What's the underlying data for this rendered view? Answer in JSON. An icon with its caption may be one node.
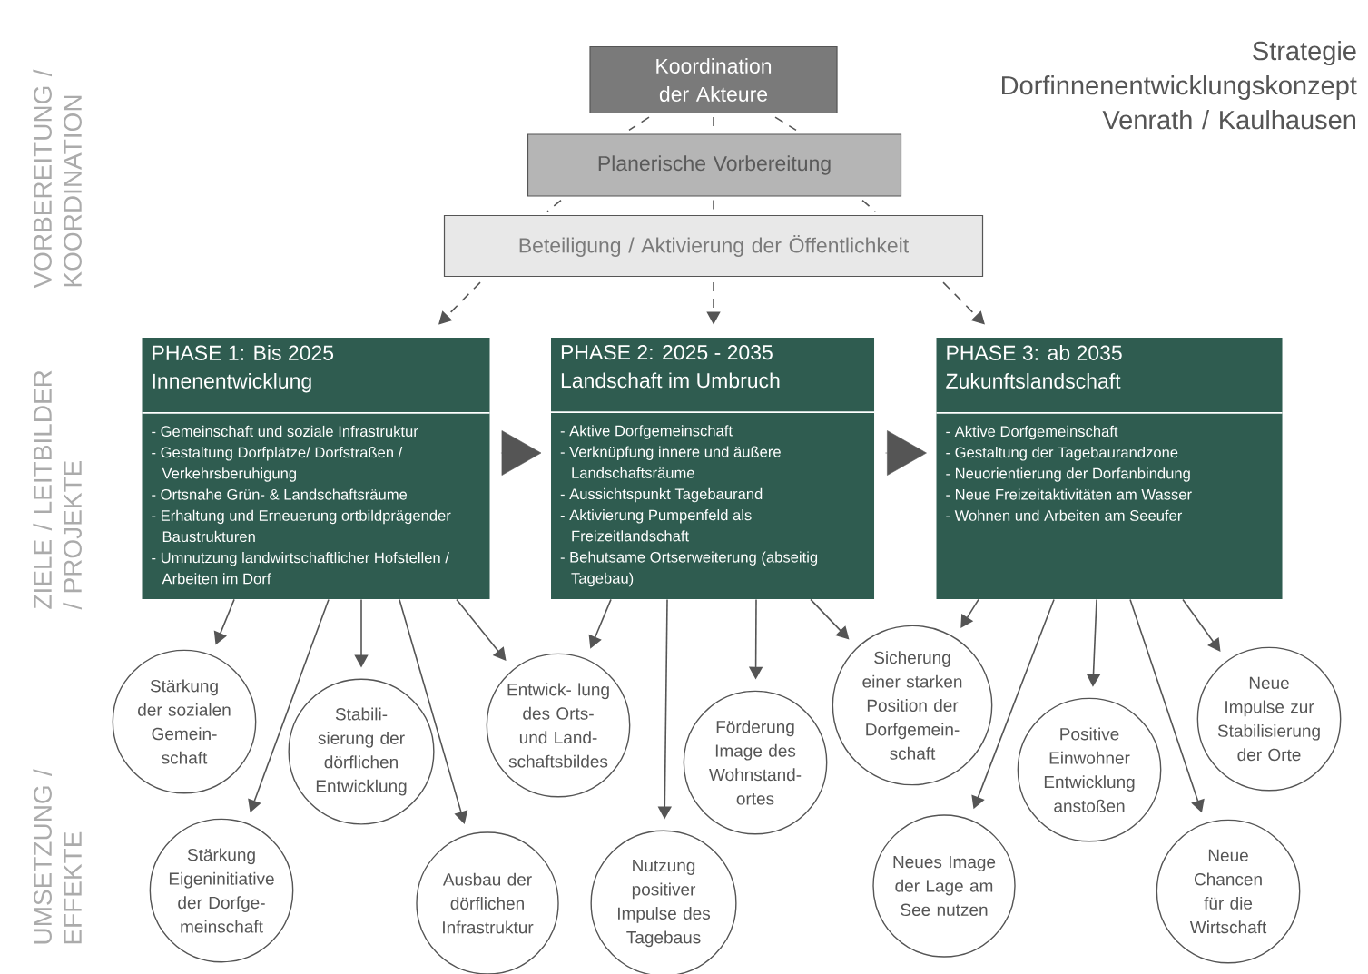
{
  "diagram": {
    "title": "Strategie Dorfinnenentwicklungskonzept Venrath / Kaulhausen",
    "nodes": [
      {
        "text": [
          "Koordination der Akteure"
        ]
      },
      {
        "text": [
          "Planerische Vorbereitung"
        ]
      },
      {
        "text": [
          "Beteiligung / Aktivierung der Öffentlichkeit"
        ]
      },
      {
        "text": [
          "PHASE 1: Bis 2025 Innenentwicklung",
          "- Gemeinschaft und soziale Infrastruktur",
          "- Gestaltung Dorfplätze/ Dorfstraßen / Verkehrsberuhigung",
          "- Ortsnahe Grün- & Landschaftsräume",
          "- Erhaltung und Erneuerung ortbildprägender Baustrukturen",
          "- Umnutzung landwirtschaftlicher Hofstellen / Arbeiten im Dorf"
        ]
      },
      {
        "text": [
          "PHASE 2: 2025 - 2035 Landschaft im Umbruch",
          "- Aktive Dorfgemeinschaft",
          "- Verknüpfung innere und äußere Landschaftsräume",
          "- Aussichtspunkt Tagebaurand",
          "- Aktivierung Pumpenfeld als Freizeitlandschaft",
          "- Behutsame Ortserweiterung (abseitig Tagebau)"
        ]
      },
      {
        "text": [
          "PHASE 3: ab 2035 Zukunftslandschaft",
          "- Aktive Dorfgemeinschaft",
          "- Gestaltung der Tagebaurandzone",
          "- Neuorientierung der Dorfanbindung",
          "- Neue Freizeitaktivitäten am Wasser",
          "- Wohnen und Arbeiten am Seeufer"
        ]
      },
      {
        "text": [
          "Stärkung der sozialen Gemein- schaft"
        ]
      },
      {
        "text": [
          "Stärkung Eigeninitiative der Dorfge- meinschaft"
        ]
      },
      {
        "text": [
          "Stabili- sierung der dörflichen Entwicklung"
        ]
      },
      {
        "text": [
          "Ausbau der dörflichen Infrastruktur"
        ]
      },
      {
        "text": [
          "Entwick- lung des Orts- und Land- schaftsbildes"
        ]
      },
      {
        "text": [
          "Nutzung positiver Impulse des Tagebaus"
        ]
      },
      {
        "text": [
          "Förderung Image des Wohnstand- ortes"
        ]
      },
      {
        "text": [
          "Sicherung einer starken Position der Dorfgemein- schaft"
        ]
      },
      {
        "text": [
          "Neues Image der Lage am See nutzen"
        ]
      },
      {
        "text": [
          "Positive Einwohner Entwicklung anstoßen"
        ]
      },
      {
        "text": [
          "Neue Chancen für die Wirtschaft"
        ]
      },
      {
        "text": [
          "Neue Impulse zur Stabilisierung der Orte"
        ]
      }
    ],
    "edges": [
      {
        "from": 0,
        "to": 1,
        "arrow": "none",
        "style": "dashed"
      },
      {
        "from": 0,
        "to": 1,
        "arrow": "none",
        "style": "dashed"
      },
      {
        "from": 0,
        "to": 1,
        "arrow": "none",
        "style": "dashed"
      },
      {
        "from": 1,
        "to": 2,
        "arrow": "none",
        "style": "dashed"
      },
      {
        "from": 1,
        "to": 2,
        "arrow": "none",
        "style": "dashed"
      },
      {
        "from": 1,
        "to": 2,
        "arrow": "none",
        "style": "dashed"
      },
      {
        "from": 2,
        "to": 3,
        "arrow": "to",
        "style": "dashed"
      },
      {
        "from": 2,
        "to": 4,
        "arrow": "to",
        "style": "dashed"
      },
      {
        "from": 2,
        "to": 5,
        "arrow": "to",
        "style": "dashed"
      },
      {
        "from": 3,
        "to": 4,
        "arrow": "to"
      },
      {
        "from": 4,
        "to": 5,
        "arrow": "to"
      },
      {
        "from": 3,
        "to": 6,
        "arrow": "to"
      },
      {
        "from": 3,
        "to": 7,
        "arrow": "to"
      },
      {
        "from": 3,
        "to": 8,
        "arrow": "to"
      },
      {
        "from": 3,
        "to": 9,
        "arrow": "to"
      },
      {
        "from": 3,
        "to": 10,
        "arrow": "to"
      },
      {
        "from": 4,
        "to": 10,
        "arrow": "to"
      },
      {
        "from": 4,
        "to": 11,
        "arrow": "to"
      },
      {
        "from": 4,
        "to": 12,
        "arrow": "to"
      },
      {
        "from": 4,
        "to": 13,
        "arrow": "to"
      },
      {
        "from": 5,
        "to": 13,
        "arrow": "to"
      },
      {
        "from": 5,
        "to": 14,
        "arrow": "to"
      },
      {
        "from": 5,
        "to": 15,
        "arrow": "to"
      },
      {
        "from": 5,
        "to": 16,
        "arrow": "to"
      },
      {
        "from": 5,
        "to": 17,
        "arrow": "to"
      }
    ],
    "labels": [
      "VORBEREITUNG / KOORDINATION",
      "ZIELE / LEITBILDER / PROJEKTE",
      "UMSETZUNG / EFFEKTE"
    ]
  }
}
